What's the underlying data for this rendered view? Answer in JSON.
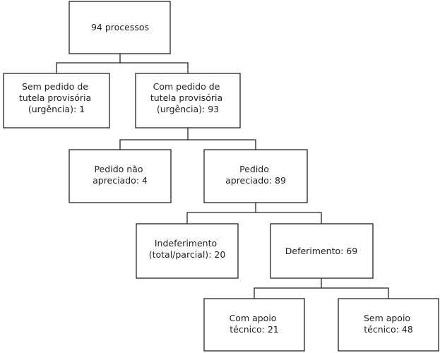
{
  "diagram": {
    "root": {
      "lines": [
        "94 processos"
      ]
    },
    "sem_pedido": {
      "lines": [
        "Sem pedido de",
        "tutela provisória",
        "(urgência): 1"
      ]
    },
    "com_pedido": {
      "lines": [
        "Com pedido de",
        "tutela provisória",
        "(urgência): 93"
      ]
    },
    "nao_apreciado": {
      "lines": [
        "Pedido não",
        "apreciado: 4"
      ]
    },
    "apreciado": {
      "lines": [
        "Pedido",
        "apreciado: 89"
      ]
    },
    "indeferimento": {
      "lines": [
        "Indeferimento",
        "(total/parcial): 20"
      ]
    },
    "deferimento": {
      "lines": [
        "Deferimento: 69"
      ]
    },
    "com_apoio": {
      "lines": [
        "Com apoio",
        "técnico: 21"
      ]
    },
    "sem_apoio": {
      "lines": [
        "Sem apoio",
        "técnico: 48"
      ]
    }
  }
}
